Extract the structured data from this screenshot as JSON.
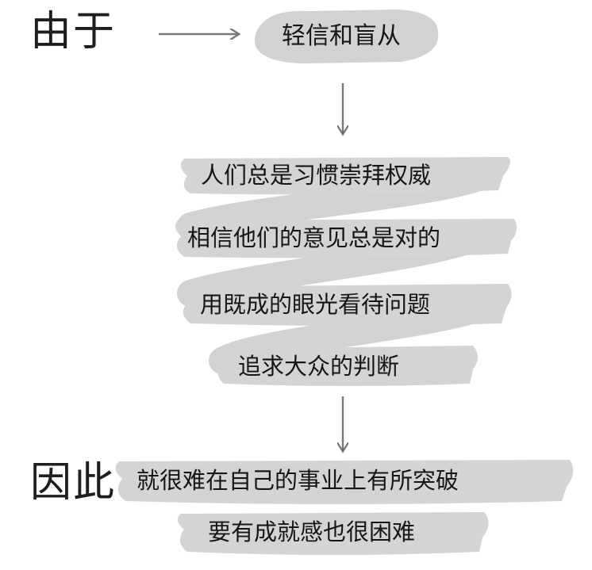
{
  "left_labels": {
    "cause": "由于",
    "result": "因此"
  },
  "nodes": {
    "start": "轻信和盲从",
    "causes": [
      "人们总是习惯崇拜权威",
      "相信他们的意见总是对的",
      "用既成的眼光看待问题",
      "追求大众的判断"
    ],
    "results": [
      "就很难在自己的事业上有所突破",
      "要有成就感也很困难"
    ]
  },
  "colors": {
    "brush": "#d3d3d3",
    "brush_dark": "#c6c6c6",
    "arrow": "#777777",
    "text": "#161616"
  }
}
